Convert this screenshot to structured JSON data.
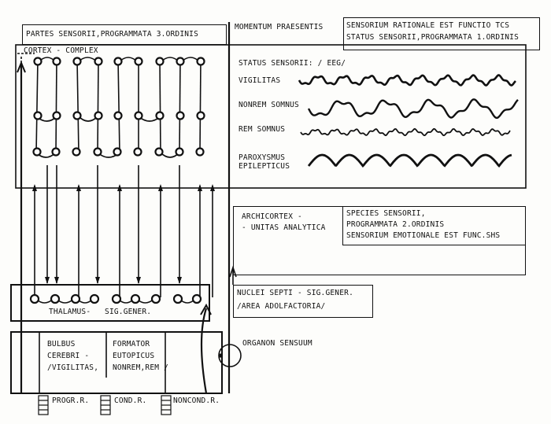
{
  "boxes": {
    "partes": "PARTES SENSORII,PROGRAMMATA 3.ORDINIS",
    "momentum": "MOMENTUM PRAESENTIS",
    "sensorium_line1": "SENSORIUM RATIONALE EST FUNCTIO TCS",
    "sensorium_line2": "STATUS SENSORII,PROGRAMMATA 1.ORDINIS"
  },
  "cortex": {
    "label": "CORTEX - COMPLEX"
  },
  "status": {
    "title": "STATUS SENSORII: / EEG/",
    "states": [
      "VIGILITAS",
      "NONREM SOMNUS",
      "REM SOMNUS",
      "PAROXYSMUS\nEPILEPTICUS"
    ]
  },
  "archicortex": {
    "left_line1": "ARCHICORTEX -",
    "left_line2": "- UNITAS ANALYTICA",
    "right_line1": "SPECIES SENSORII,",
    "right_line2": "PROGRAMMATA 2.ORDINIS",
    "right_line3": "SENSORIUM EMOTIONALE EST FUNC.SHS"
  },
  "septi": {
    "line1": "NUCLEI SEPTI - SIG.GENER.",
    "line2": "/AREA ADOLFACTORIA/"
  },
  "thalamus": {
    "label": "THALAMUS-   SIG.GENER."
  },
  "bulbus": {
    "col1": "BULBUS\nCEREBRI -\n/VIGILITAS,",
    "col2": "FORMATOR\nEUTOPICUS\nNONREM,REM /"
  },
  "organon": "ORGANON SENSUUM",
  "receptors": [
    "PROGR.R.",
    "COND.R.",
    "NONCOND.R."
  ]
}
